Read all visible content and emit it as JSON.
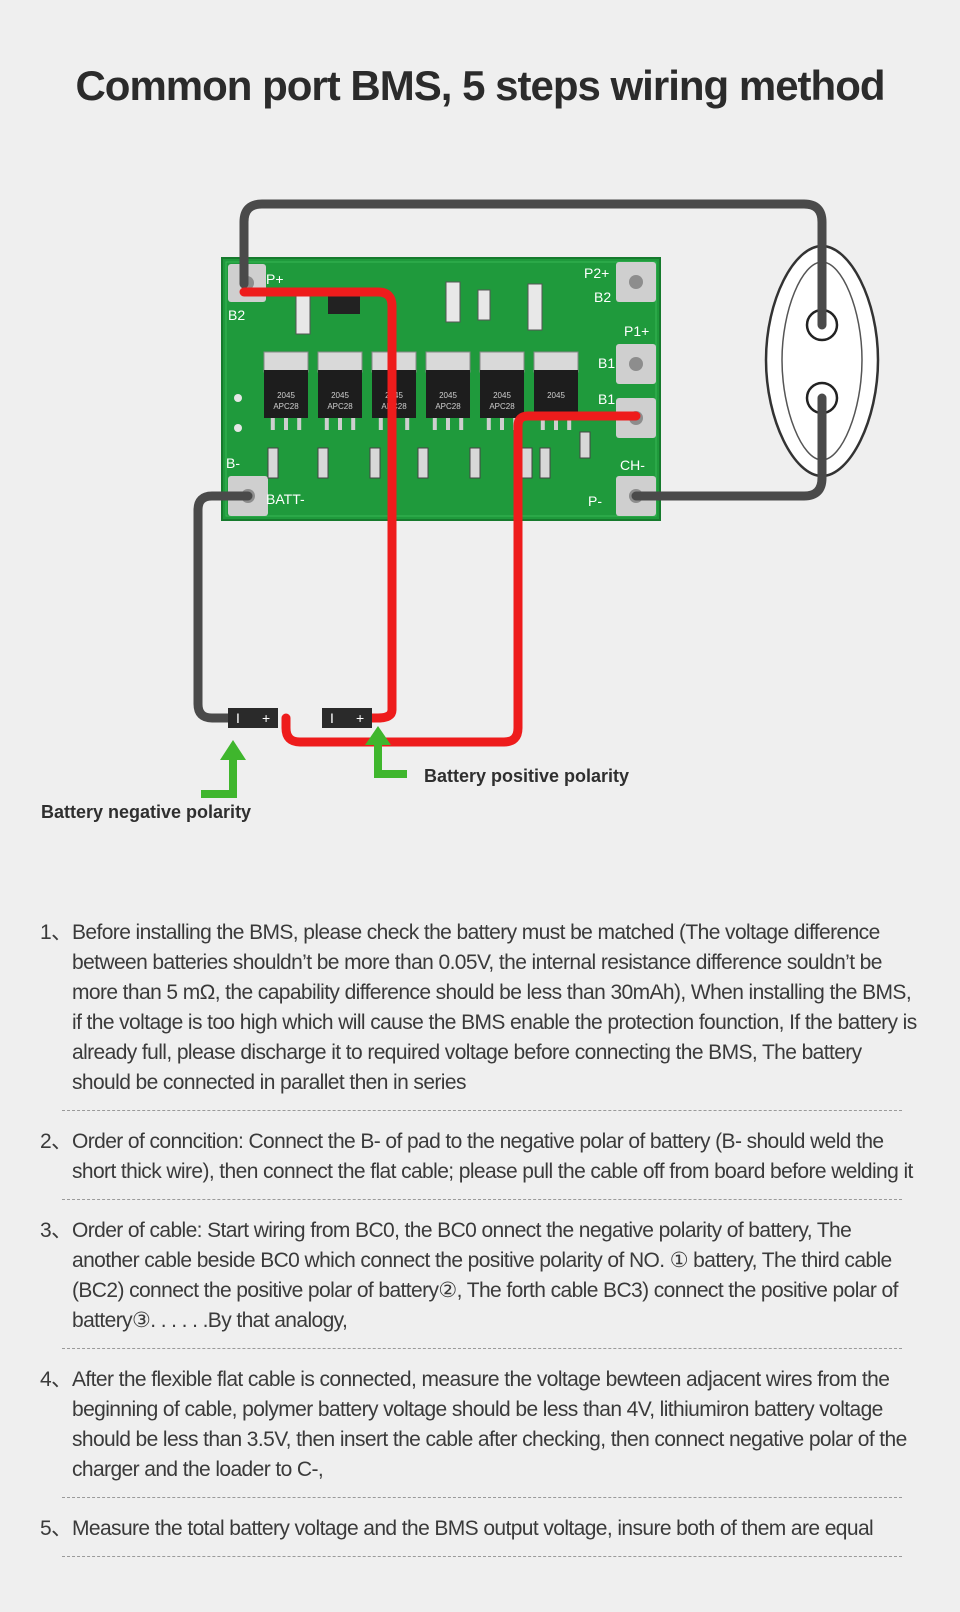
{
  "title": "Common port BMS, 5 steps wiring method",
  "diagram": {
    "board_labels": {
      "p_plus_left": "P+",
      "b2_left": "B2",
      "p2_plus": "P2+",
      "b2_right": "B2",
      "p1_plus": "P1+",
      "b1_a": "B1",
      "b1_b": "B1",
      "b_minus": "B-",
      "batt_minus": "BATT-",
      "ch_minus": "CH-",
      "p_minus": "P-"
    },
    "chip_labels": [
      "2045\nAPC28",
      "2045\nAPC28",
      "2045\nAPC28",
      "2045\nAPC28",
      "2045\nAPC28",
      "2045"
    ],
    "battery_signs": {
      "minus": "I",
      "plus": "+"
    },
    "caption_positive": "Battery positive polarity",
    "caption_negative": "Battery negative polarity"
  },
  "steps": [
    {
      "num": "1、",
      "text": "Before installing the BMS, please check the battery must be matched (The voltage difference between batteries shouldn’t be more than 0.05V, the internal resistance difference souldn’t be more than 5 mΩ, the capability difference should be less than 30mAh), When installing the BMS, if the voltage is too high which will cause the BMS enable the protection founction, If the battery is already full, please discharge it to required voltage before connecting the BMS, The battery should be connected in parallet then in series"
    },
    {
      "num": "2、",
      "text": "Order of conncition: Connect the B- of pad to the negative polar of battery (B- should weld the short thick wire), then connect the flat cable; please pull the cable off from board before welding it"
    },
    {
      "num": "3、",
      "text": "Order of cable: Start wiring from BC0, the BC0 onnect the negative polarity of battery, The another cable beside BC0 which connect the positive polarity of NO. ① battery, The third cable (BC2) connect the positive polar of battery②, The forth cable BC3) connect the positive polar of battery③. . . . . .By that analogy,"
    },
    {
      "num": "4、",
      "text": "After the flexible flat cable is connected, measure the voltage bewteen adjacent wires from the beginning of cable, polymer battery voltage should be less than 4V, lithiumiron battery voltage should be less than 3.5V, then insert the cable after checking, then connect negative polar of the charger and the loader to C-,"
    },
    {
      "num": "5、",
      "text": "Measure the total battery voltage and the BMS output voltage, insure both of them are equal"
    }
  ],
  "colors": {
    "board_green": "#1f9a3c",
    "wire_red": "#ee1c1c",
    "wire_gray": "#4a4a4a",
    "arrow_green": "#3fb62d"
  }
}
